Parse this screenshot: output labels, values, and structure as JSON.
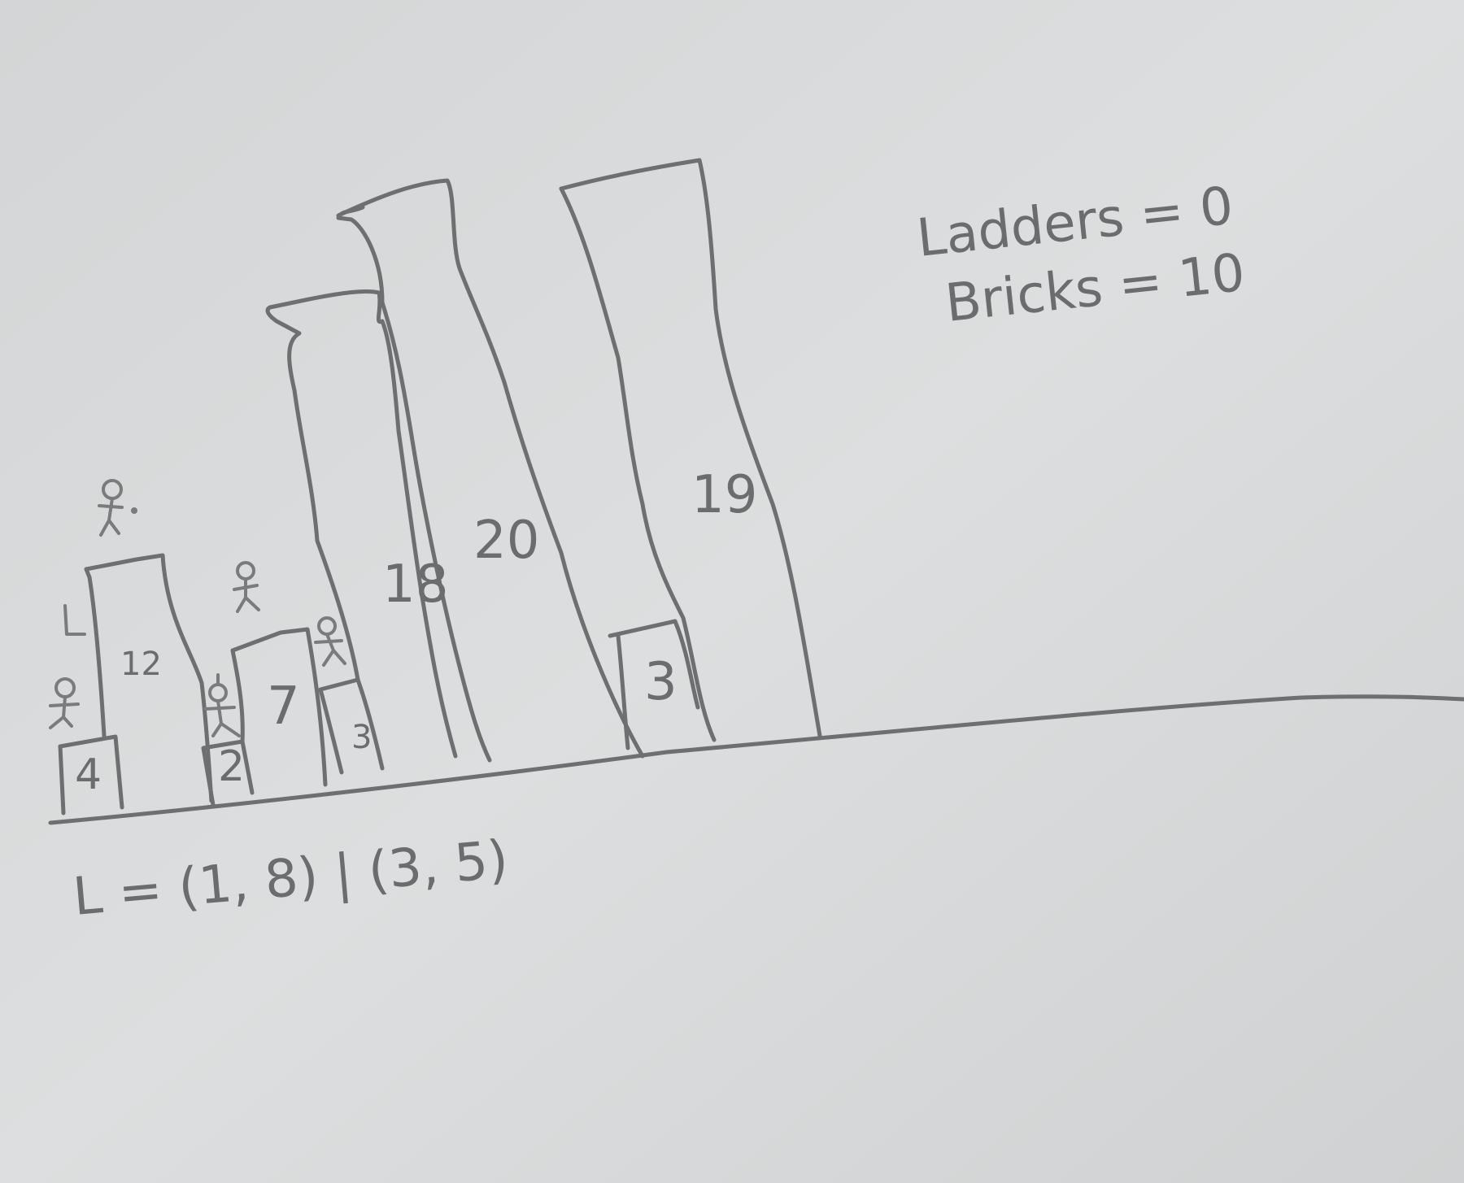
{
  "whiteboard": {
    "legend": {
      "ladders": "Ladders = 0",
      "bricks": "Bricks = 10"
    },
    "buildings": [
      {
        "label": "4"
      },
      {
        "label": "12"
      },
      {
        "label": "2"
      },
      {
        "label": "7"
      },
      {
        "label": "3"
      },
      {
        "label": "18"
      },
      {
        "label": "20"
      },
      {
        "label": "3"
      },
      {
        "label": "19"
      }
    ],
    "ladder_pairs": "L = (1, 8) | (3, 5)"
  }
}
